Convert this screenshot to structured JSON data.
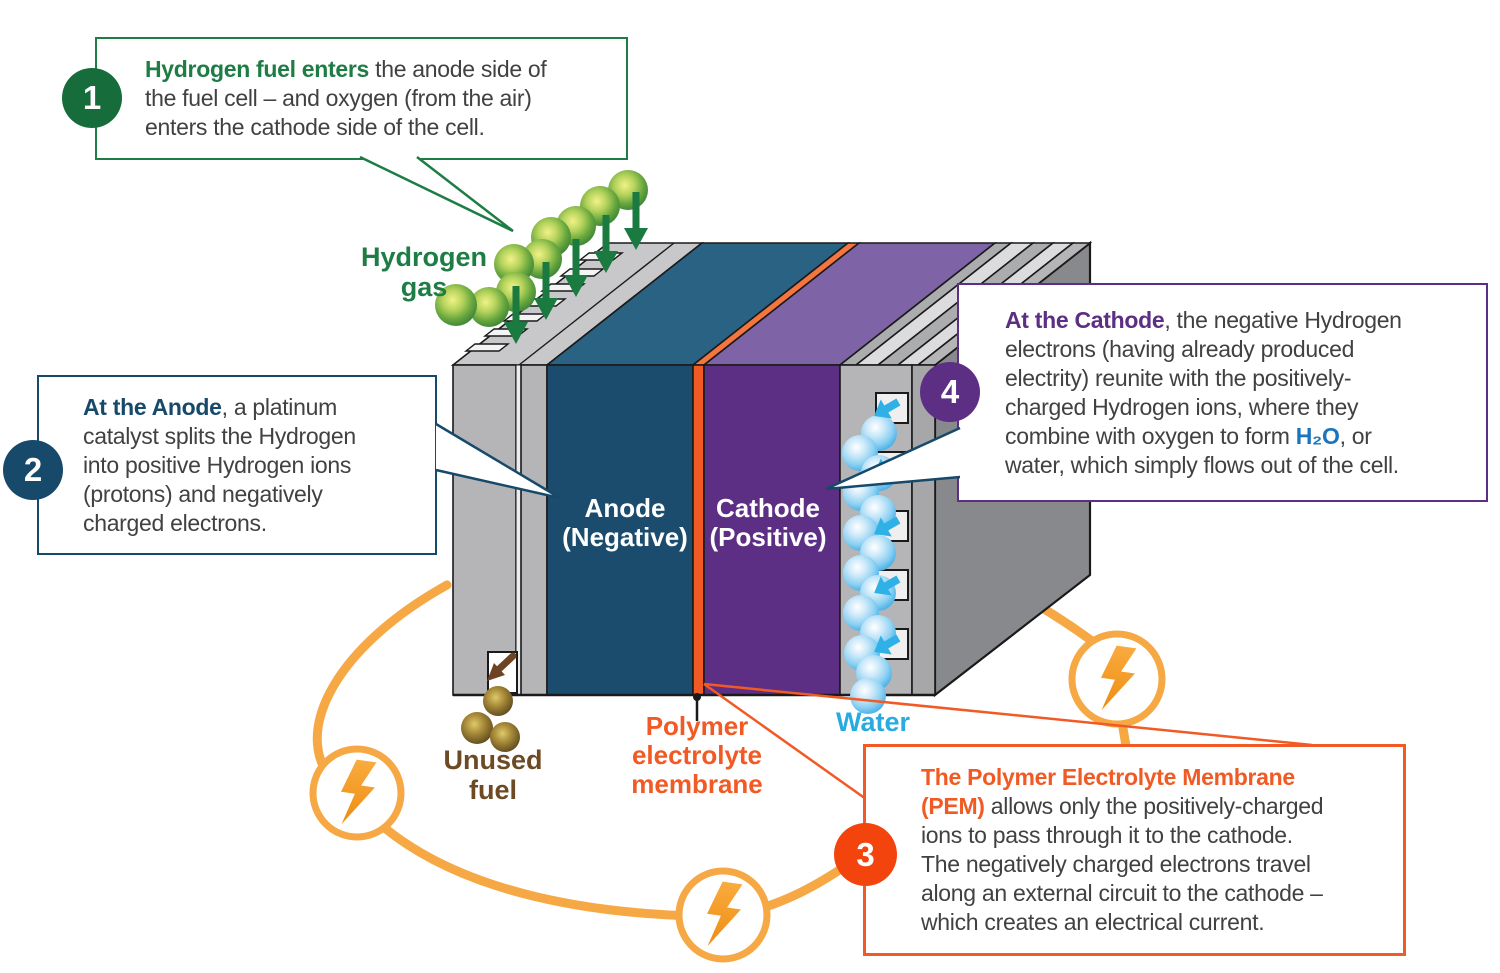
{
  "figure": {
    "subject": "PEM hydrogen fuel cell diagram"
  },
  "callouts": [
    {
      "number": "1",
      "lead": "Hydrogen fuel enters",
      "body": " the anode side of\nthe fuel cell – and oxygen (from the air)\nenters the cathode side of the cell."
    },
    {
      "number": "2",
      "lead": "At the Anode",
      "body": ", a platinum\ncatalyst splits the Hydrogen\ninto positive Hydrogen ions\n(protons) and negatively\ncharged electrons."
    },
    {
      "number": "3",
      "lead": "The Polymer Electrolyte Membrane\n(PEM)",
      "body": " allows only the positively-charged\nions to pass through it to the cathode.\nThe negatively charged electrons travel\nalong an external circuit to the cathode –\nwhich creates an electrical current."
    },
    {
      "number": "4",
      "lead": "At the Cathode",
      "body_before": ", the negative Hydrogen\nelectrons (having already produced\nelectrity) reunite with the positively-\ncharged Hydrogen ions, where they\ncombine with oxygen to form ",
      "formula": "H₂O",
      "body_after": ", or\nwater, which simply flows out of the cell."
    }
  ],
  "labels": {
    "hydrogen_gas": {
      "line1": "Hydrogen",
      "line2": "gas"
    },
    "anode": {
      "line1": "Anode",
      "line2": "(Negative)"
    },
    "cathode": {
      "line1": "Cathode",
      "line2": "(Positive)"
    },
    "membrane": {
      "line1": "Polymer",
      "line2": "electrolyte",
      "line3": "membrane"
    },
    "water": "Water",
    "unused_fuel": {
      "line1": "Unused",
      "line2": "fuel"
    }
  },
  "colors": {
    "accent_green": "#1e7d45",
    "accent_navy": "#17496b",
    "accent_orange": "#f15a24",
    "accent_purple": "#5c2e84",
    "circle3_red": "#f4440d",
    "formula_blue": "#1c75bc",
    "water_blue": "#29abe2",
    "unused_fuel_brown": "#6d4a24",
    "circuit_amber": "#f6a844",
    "anode_front": "#1b4c6e",
    "cathode_front": "#5c2e84",
    "membrane_front": "#f15a24",
    "plate_gray": "#b5b5b7",
    "body_text": "#414042"
  }
}
